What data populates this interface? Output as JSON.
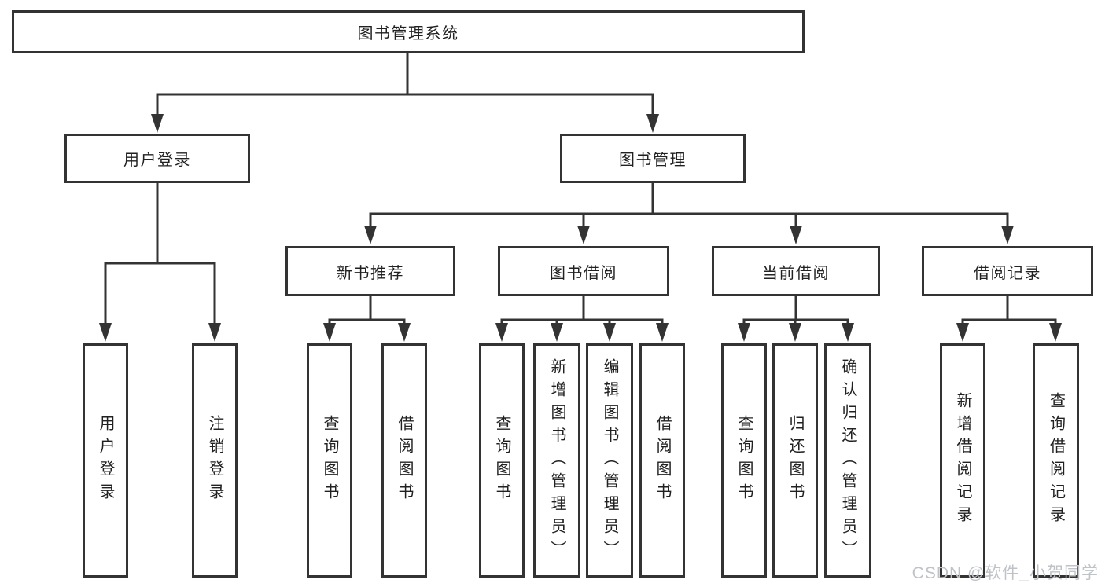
{
  "tree": {
    "root": {
      "label": "图书管理系统"
    },
    "branches": [
      {
        "label": "用户登录",
        "children": [
          {
            "label": "用户登录"
          },
          {
            "label": "注销登录"
          }
        ]
      },
      {
        "label": "图书管理",
        "children": [
          {
            "label": "新书推荐",
            "children": [
              {
                "label": "查询图书"
              },
              {
                "label": "借阅图书"
              }
            ]
          },
          {
            "label": "图书借阅",
            "children": [
              {
                "label": "查询图书"
              },
              {
                "label": "新增图书（管理员）"
              },
              {
                "label": "编辑图书（管理员）"
              },
              {
                "label": "借阅图书"
              }
            ]
          },
          {
            "label": "当前借阅",
            "children": [
              {
                "label": "查询图书"
              },
              {
                "label": "归还图书"
              },
              {
                "label": "确认归还（管理员）"
              }
            ]
          },
          {
            "label": "借阅记录",
            "children": [
              {
                "label": "新增借阅记录"
              },
              {
                "label": "查询借阅记录"
              }
            ]
          }
        ]
      }
    ]
  },
  "watermark": {
    "text": "CSDN @软件_小贺同学"
  },
  "colors": {
    "line": "#333333",
    "box_border": "#333333",
    "text": "#212121",
    "watermark": "#bfc3c8",
    "background": "#ffffff"
  }
}
